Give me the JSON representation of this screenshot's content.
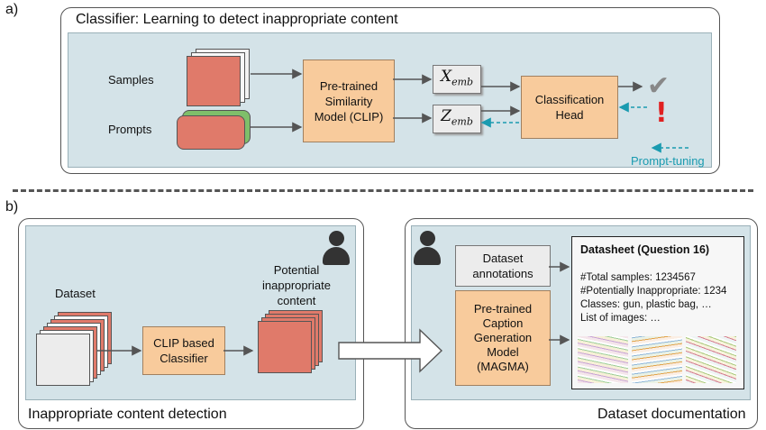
{
  "panel_a": {
    "marker": "a)",
    "title": "Classifier: Learning to detect inappropriate content",
    "samples_label": "Samples",
    "prompts_label": "Prompts",
    "clip_model": "Pre-trained\nSimilarity\nModel (CLIP)",
    "x_emb_base": "X",
    "x_emb_sub": "emb",
    "z_emb_base": "Z",
    "z_emb_sub": "emb",
    "classification_head": "Classification\nHead",
    "check_symbol": "✔",
    "exclaim_symbol": "!",
    "prompt_tuning": "Prompt-tuning"
  },
  "panel_b": {
    "marker": "b)",
    "left_caption": "Inappropriate content detection",
    "right_caption": "Dataset documentation",
    "dataset_label": "Dataset",
    "clip_classifier": "CLIP based\nClassifier",
    "potential_label": "Potential\ninappropriate\ncontent",
    "dataset_annotations": "Dataset\nannotations",
    "caption_model": "Pre-trained\nCaption\nGeneration\nModel\n(MAGMA)",
    "datasheet": {
      "title": "Datasheet (Question 16)",
      "lines": [
        "#Total samples: 1234567",
        "#Potentially Inappropriate: 1234",
        "Classes: gun, plastic bag, …",
        "List of images: …"
      ]
    }
  },
  "colors": {
    "panel_bg": "#d4e3e8",
    "box_orange": "#f8cb9c",
    "sample_red": "#e07a6a",
    "prompt_green": "#7fbf6a",
    "check_grey": "#888888",
    "alert_red": "#e02020",
    "prompt_tuning_teal": "#1a9bb0"
  },
  "icons": [
    "user-icon",
    "check-icon",
    "exclamation-icon",
    "arrow-icon"
  ]
}
